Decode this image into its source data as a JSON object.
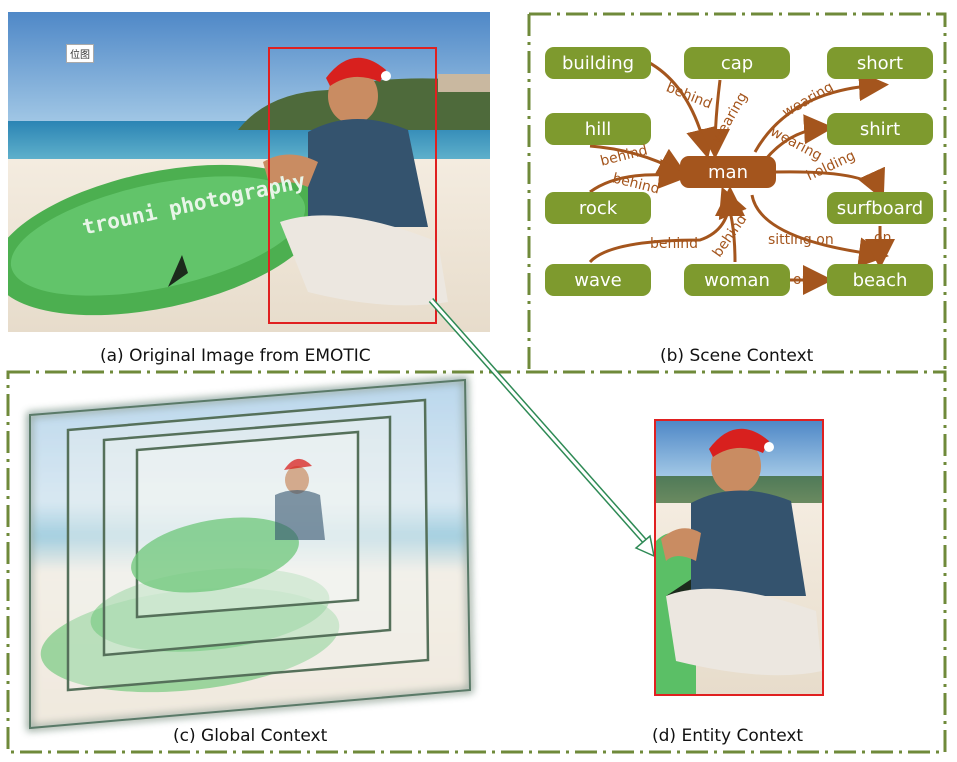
{
  "panels": {
    "a": {
      "caption": "(a) Original Image from EMOTIC",
      "watermark": "位图",
      "board_text": "trouni photography"
    },
    "b": {
      "caption": "(b) Scene Context"
    },
    "c": {
      "caption": "(c) Global Context"
    },
    "d": {
      "caption": "(d) Entity Context"
    }
  },
  "scene_graph": {
    "nodes": {
      "building": "building",
      "cap": "cap",
      "short": "short",
      "hill": "hill",
      "shirt": "shirt",
      "man": "man",
      "rock": "rock",
      "surfboard": "surfboard",
      "wave": "wave",
      "woman": "woman",
      "beach": "beach"
    },
    "edges": {
      "building_man": "behind",
      "cap_man": "wearing",
      "man_short": "wearing",
      "man_shirt": "wearing",
      "man_surfboard": "holding",
      "hill_man": "behind",
      "rock_man": "behind",
      "wave_man": "behind",
      "woman_man": "behind",
      "woman_beach": "on",
      "man_beach": "sitting on",
      "surfboard_beach": "on"
    }
  },
  "colors": {
    "node": "#7e9a2e",
    "center_node": "#a4551d",
    "edge": "#a4551d",
    "frame_dash": "#6f8a3a",
    "entity_box": "#e02020",
    "connector": "#2e8a55"
  }
}
